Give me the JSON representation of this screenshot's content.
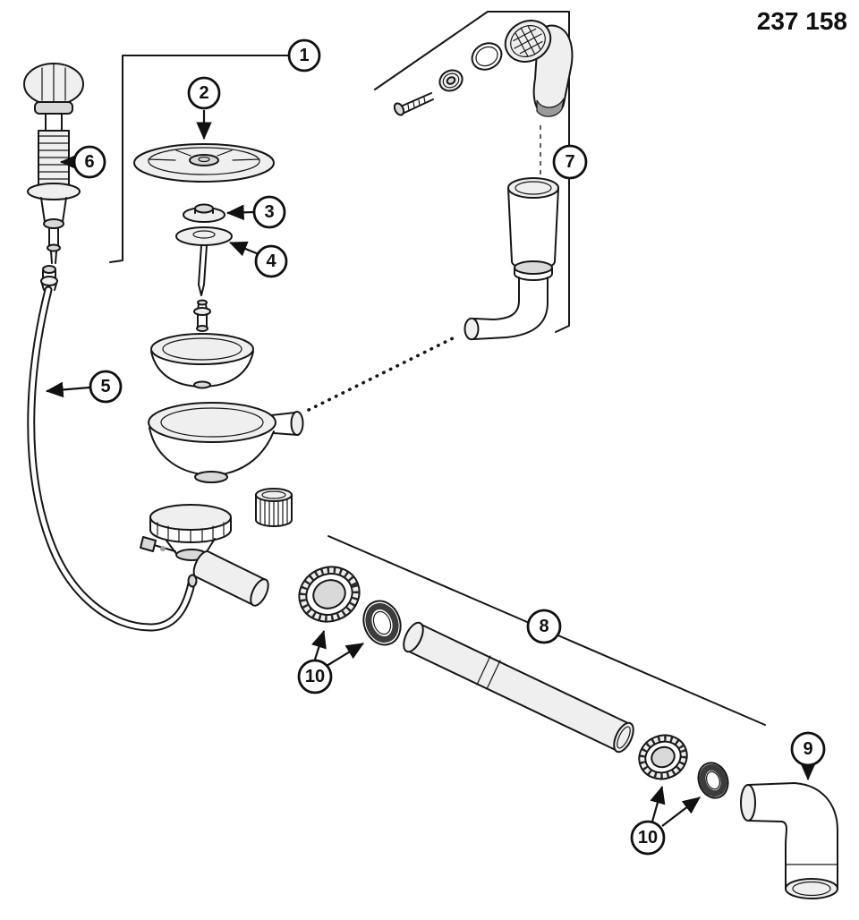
{
  "header": {
    "part_number": "237 158"
  },
  "colors": {
    "line": "#161616",
    "background": "#ffffff"
  },
  "diagram": {
    "type": "exploded-parts-diagram",
    "callouts": [
      {
        "label": "1"
      },
      {
        "label": "2"
      },
      {
        "label": "3"
      },
      {
        "label": "4"
      },
      {
        "label": "5"
      },
      {
        "label": "6"
      },
      {
        "label": "7"
      },
      {
        "label": "8"
      },
      {
        "label": "9"
      },
      {
        "label": "10"
      },
      {
        "label": "10"
      }
    ]
  }
}
